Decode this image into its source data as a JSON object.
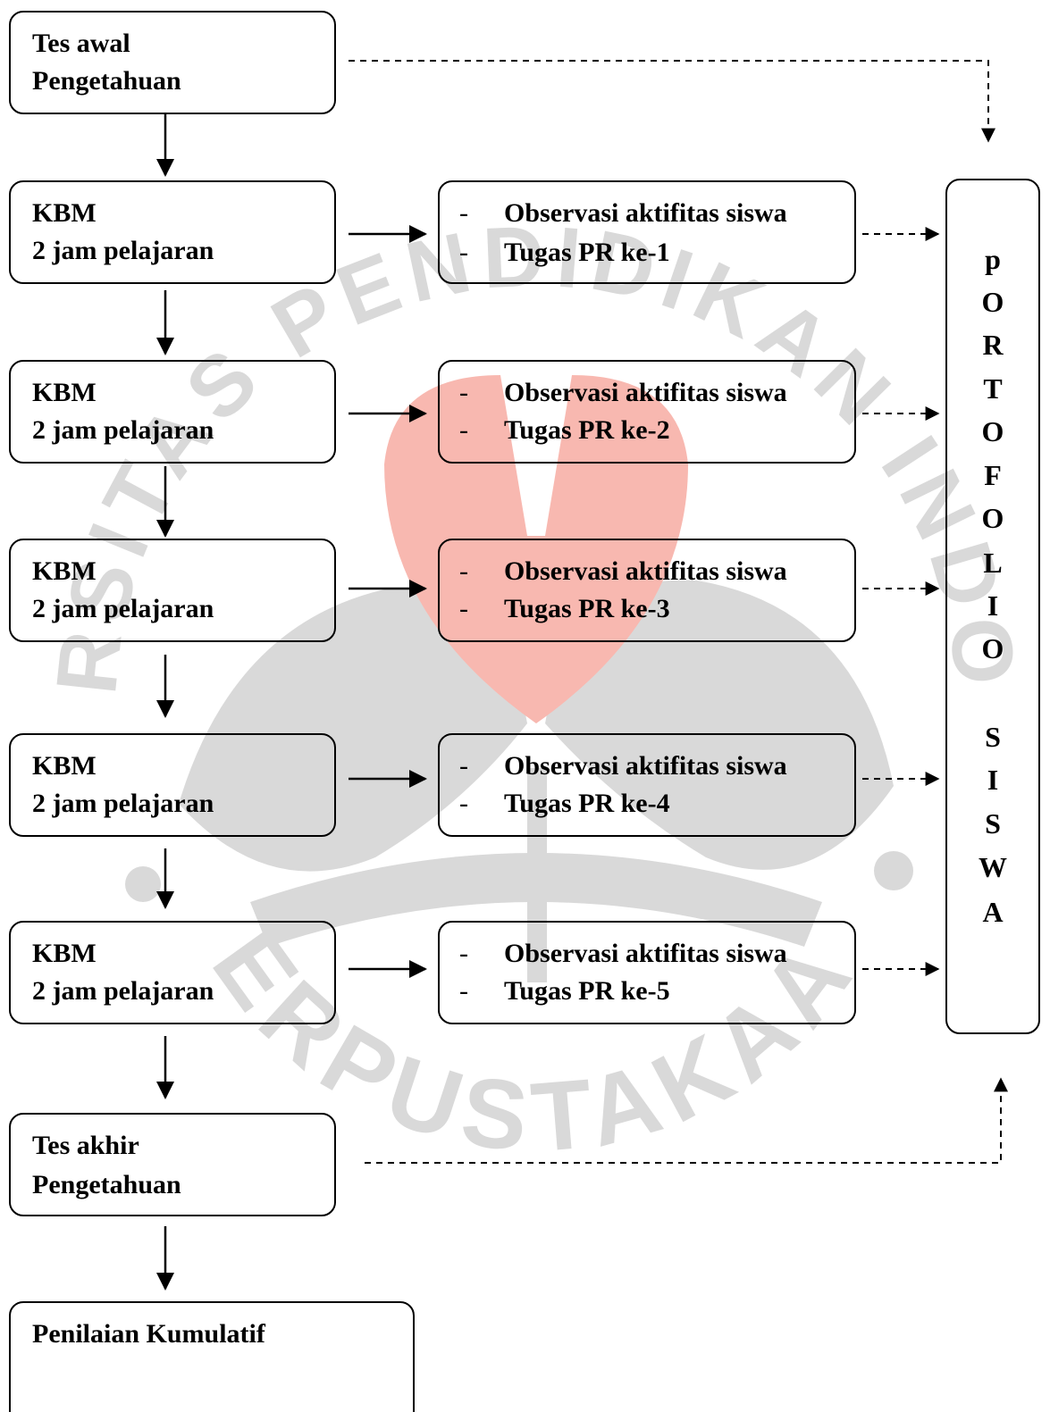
{
  "start_box": {
    "line1": "Tes awal",
    "line2": "Pengetahuan"
  },
  "kbm_boxes": [
    {
      "line1": "KBM",
      "line2": "2 jam pelajaran"
    },
    {
      "line1": "KBM",
      "line2": "2 jam pelajaran"
    },
    {
      "line1": "KBM",
      "line2": "2 jam pelajaran"
    },
    {
      "line1": "KBM",
      "line2": "2 jam pelajaran"
    },
    {
      "line1": "KBM",
      "line2": "2 jam pelajaran"
    }
  ],
  "activity_boxes": [
    {
      "dash": "-",
      "item1": "Observasi aktifitas siswa",
      "item2": "Tugas PR ke-1"
    },
    {
      "dash": "-",
      "item1": "Observasi aktifitas siswa",
      "item2": "Tugas PR ke-2"
    },
    {
      "dash": "-",
      "item1": "Observasi aktifitas siswa",
      "item2": "Tugas PR ke-3"
    },
    {
      "dash": "-",
      "item1": "Observasi aktifitas siswa",
      "item2": "Tugas PR ke-4"
    },
    {
      "dash": "-",
      "item1": "Observasi aktifitas siswa",
      "item2": "Tugas PR ke-5"
    }
  ],
  "end_box": {
    "line1": "Tes akhir",
    "line2": "Pengetahuan"
  },
  "final_box": {
    "line1": "Penilaian Kumulatif"
  },
  "portfolio": {
    "letters": [
      "p",
      "O",
      "R",
      "T",
      "O",
      "F",
      "O",
      "L",
      "I",
      "O",
      "S",
      "I",
      "S",
      "W",
      "A"
    ]
  },
  "watermark": {
    "text_top": "UNIVERSITAS PENDIDIKAN INDONESIA",
    "text_bottom": "PERPUSTAKAAN",
    "colors": {
      "gray": "#d9d9d9",
      "red": "#f8b8b0"
    }
  }
}
